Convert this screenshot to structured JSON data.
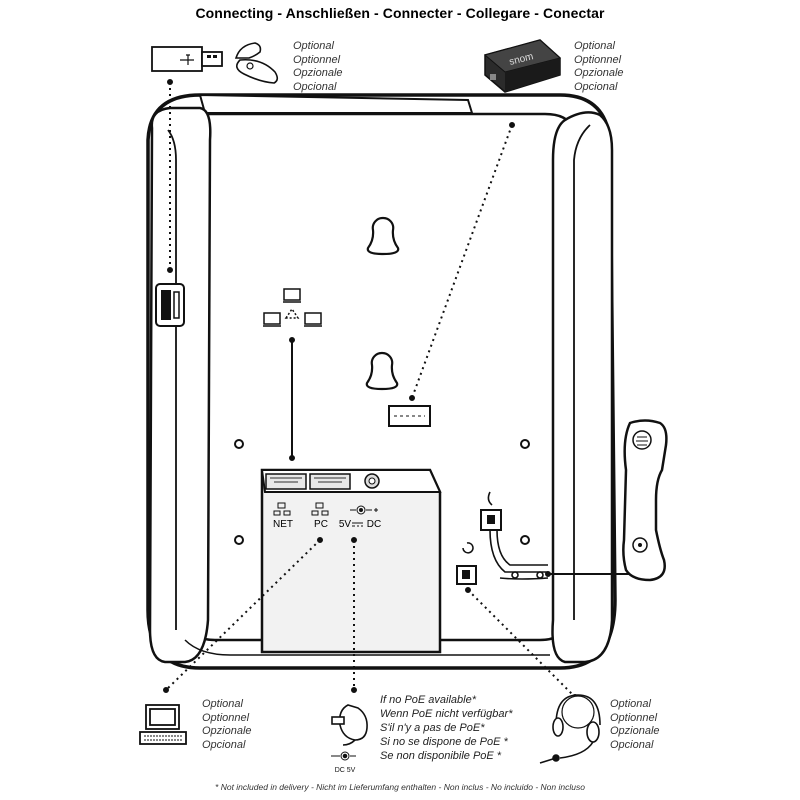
{
  "title": "Connecting - Anschließen - Connecter - Collegare - Conectar",
  "optional_labels": [
    "Optional",
    "Optionnel",
    "Opzionale",
    "Opcional"
  ],
  "ports": {
    "net": "NET",
    "pc": "PC",
    "power": "5V",
    "power_dc": "DC",
    "power_icon_label": "DC 5V"
  },
  "ehs_brand": "snom",
  "poe_notes": [
    "If no PoE available*",
    "Wenn PoE nicht verfügbar*",
    "S'il n'y a pas de PoE*",
    "Si no se dispone de PoE *",
    "Se non disponibile PoE *"
  ],
  "footnote": "* Not included in delivery - Nicht im Lieferumfang enthalten - Non inclus - No incluido - Non incluso",
  "icons": [
    "usb-stick-icon",
    "bluetooth-headset-icon",
    "ehs-adapter-icon",
    "network-icon",
    "computer-icon",
    "power-adapter-icon",
    "headset-icon",
    "handset-icon",
    "keyhole-mount-icon",
    "usb-port-icon",
    "handset-port-icon",
    "headset-port-icon"
  ]
}
